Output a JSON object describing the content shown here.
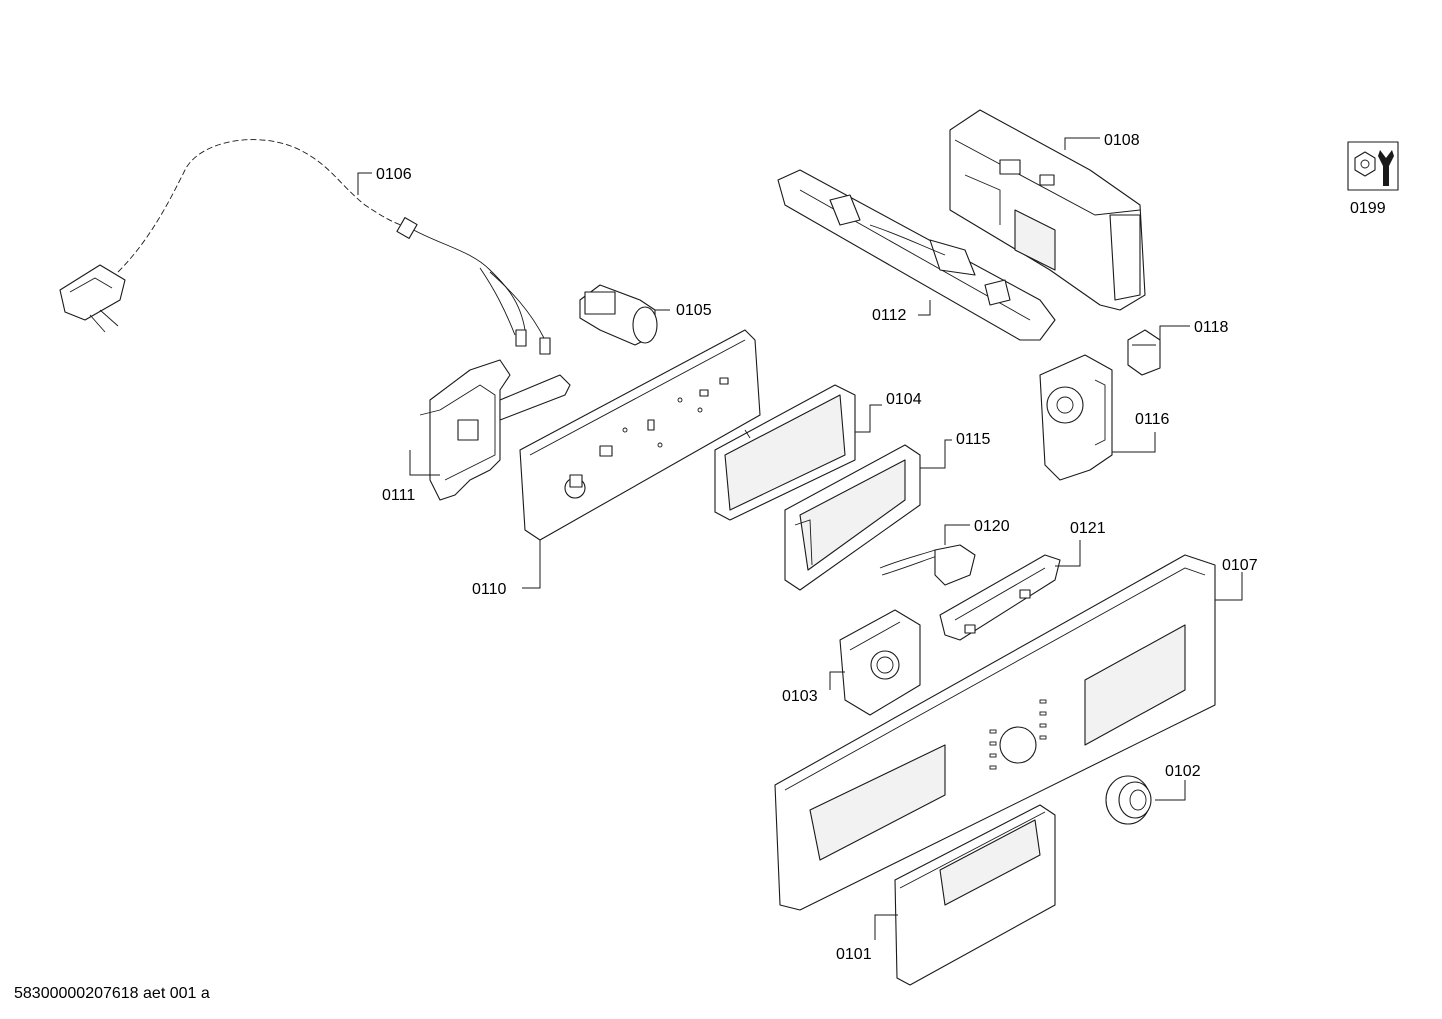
{
  "parts": [
    {
      "id": "p0101",
      "label": "0101"
    },
    {
      "id": "p0102",
      "label": "0102"
    },
    {
      "id": "p0103",
      "label": "0103"
    },
    {
      "id": "p0104",
      "label": "0104"
    },
    {
      "id": "p0105",
      "label": "0105"
    },
    {
      "id": "p0106",
      "label": "0106"
    },
    {
      "id": "p0107",
      "label": "0107"
    },
    {
      "id": "p0108",
      "label": "0108"
    },
    {
      "id": "p0110",
      "label": "0110"
    },
    {
      "id": "p0111",
      "label": "0111"
    },
    {
      "id": "p0112",
      "label": "0112"
    },
    {
      "id": "p0115",
      "label": "0115"
    },
    {
      "id": "p0116",
      "label": "0116"
    },
    {
      "id": "p0118",
      "label": "0118"
    },
    {
      "id": "p0120",
      "label": "0120"
    },
    {
      "id": "p0121",
      "label": "0121"
    },
    {
      "id": "p0199",
      "label": "0199"
    }
  ],
  "footer": {
    "doc_code": "58300000207618 aet 001 a"
  },
  "icons": {
    "tool_icon": "nut-wrench-icon"
  }
}
